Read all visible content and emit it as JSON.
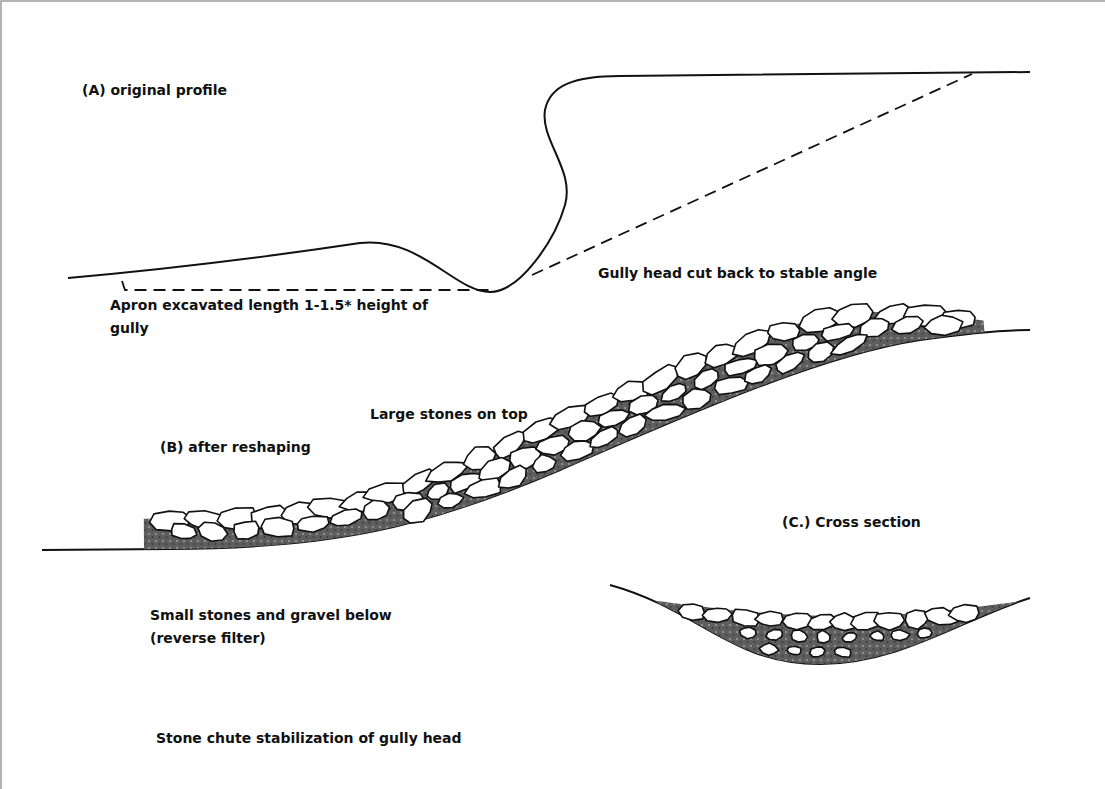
{
  "diagram": {
    "caption": "Stone chute stabilization of gully head",
    "labels": [
      "(A) original profile",
      "Gully head cut back to stable angle",
      "Apron excavated length 1-1.5* height of gully",
      "Large stones on top",
      "(B) after reshaping",
      "(C.) Cross section",
      "Small stones and gravel below (reverse filter)"
    ]
  }
}
